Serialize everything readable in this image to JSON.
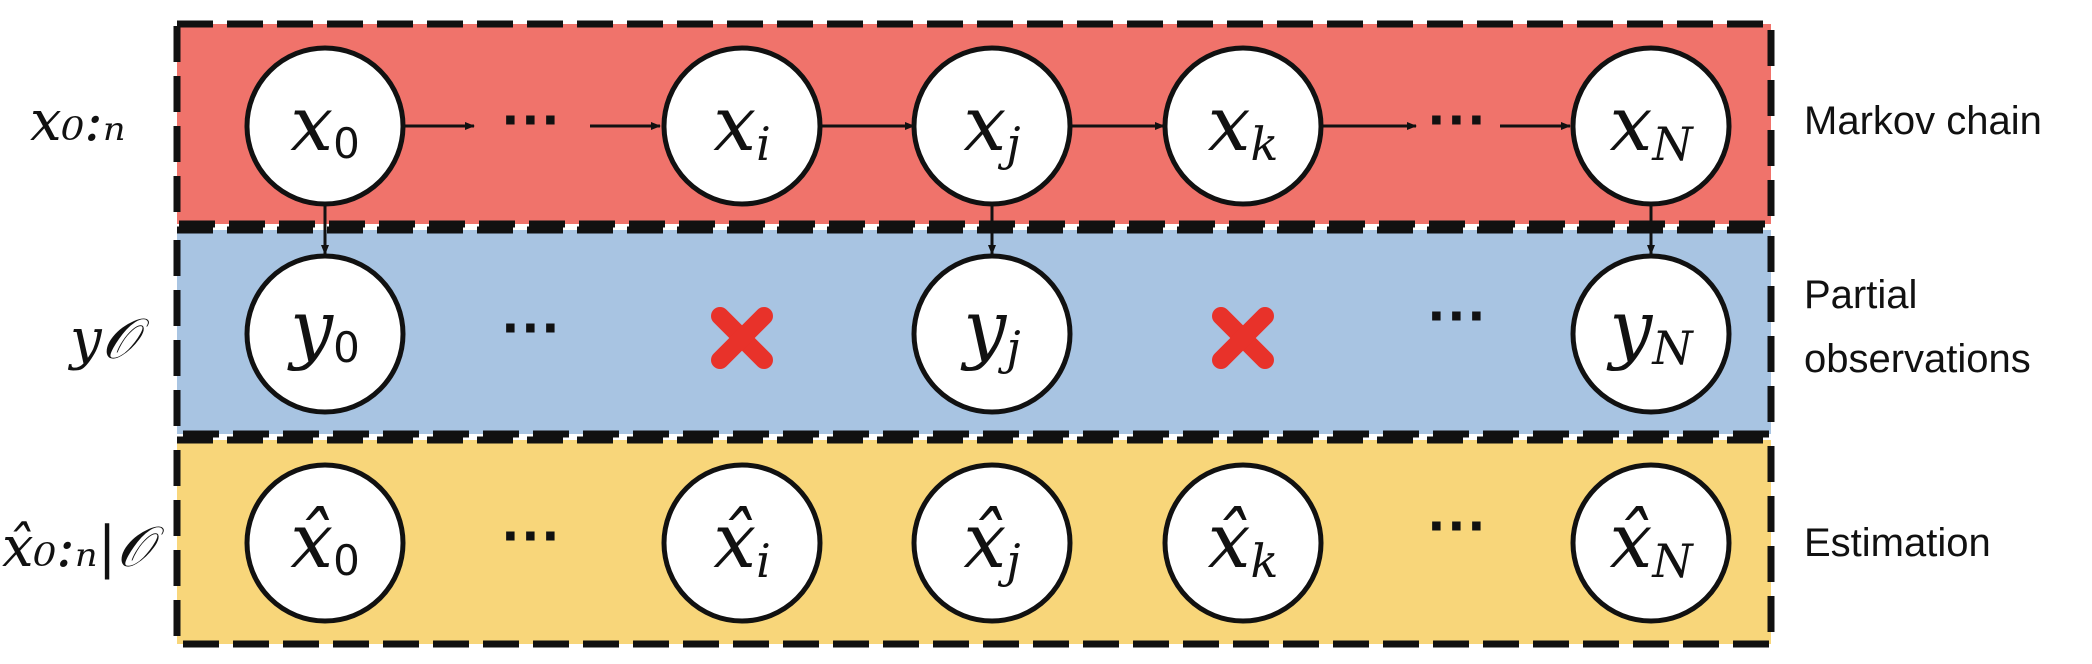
{
  "row_labels": {
    "chain": "x₀:ₙ",
    "obs": "y𝒪",
    "est": "x̂₀:ₙ|𝒪"
  },
  "rows": {
    "chain": {
      "caption": [
        "Markov chain"
      ],
      "fill": "#f0736b"
    },
    "obs": {
      "caption": [
        "Partial",
        "observations"
      ],
      "fill": "#a8c4e2"
    },
    "est": {
      "caption": [
        "Estimation"
      ],
      "fill": "#f8d67a"
    }
  },
  "ellipsis": "···",
  "cross_color": "#e8322a",
  "chain_nodes": [
    {
      "var": "x",
      "sub": "0"
    },
    {
      "var": "x",
      "sub": "i"
    },
    {
      "var": "x",
      "sub": "j"
    },
    {
      "var": "x",
      "sub": "k"
    },
    {
      "var": "x",
      "sub": "N"
    }
  ],
  "obs_nodes": [
    {
      "var": "y",
      "sub": "0"
    },
    {
      "var": "y",
      "sub": "j"
    },
    {
      "var": "y",
      "sub": "N"
    }
  ],
  "est_nodes": [
    {
      "var": "x̂",
      "sub": "0"
    },
    {
      "var": "x̂",
      "sub": "i"
    },
    {
      "var": "x̂",
      "sub": "j"
    },
    {
      "var": "x̂",
      "sub": "k"
    },
    {
      "var": "x̂",
      "sub": "N"
    }
  ]
}
